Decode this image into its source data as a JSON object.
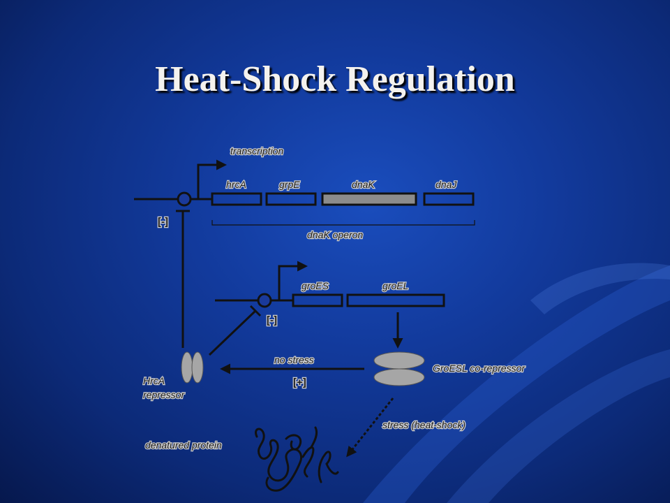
{
  "slide": {
    "title": "Heat-Shock Regulation"
  },
  "diagram": {
    "transcription_label": "transcription",
    "genes_operon1": [
      "hrcA",
      "grpE",
      "dnaK",
      "dnaJ"
    ],
    "operon1_label": "dnaK operon",
    "genes_operon2": [
      "groES",
      "groEL"
    ],
    "repression_sign_1": "[-]",
    "repression_sign_2": "[-]",
    "activation_sign": "[+]",
    "no_stress_label": "no stress",
    "hrca_label_line1": "HrcA",
    "hrca_label_line2": "repressor",
    "groesl_label": "GroESL co-repressor",
    "stress_label": "stress (heat-shock)",
    "denatured_label": "denatured protein"
  },
  "colors": {
    "background": "#123a9c",
    "title": "#f4f2ee",
    "diagram_stroke": "#111111",
    "gene_highlight": "#8c8c8c",
    "protein_fill": "#a6a6a6"
  }
}
